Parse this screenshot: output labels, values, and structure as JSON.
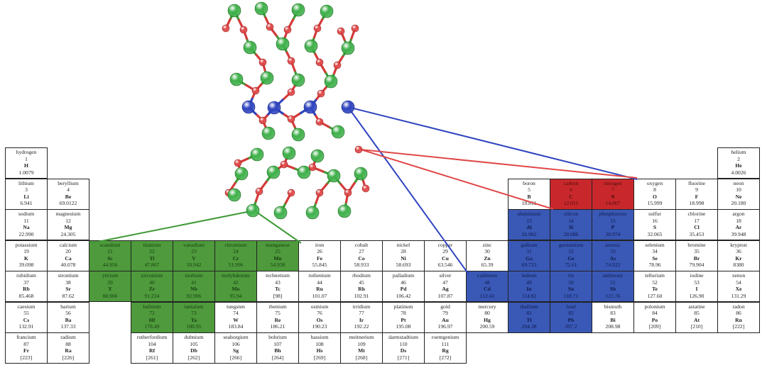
{
  "elements": [
    {
      "n": "hydrogen",
      "z": "1",
      "s": "H",
      "m": "1.0079",
      "r": 1,
      "c": 1
    },
    {
      "n": "helium",
      "z": "2",
      "s": "He",
      "m": "4.0026",
      "r": 1,
      "c": 18
    },
    {
      "n": "lithium",
      "z": "3",
      "s": "Li",
      "m": "6.941",
      "r": 2,
      "c": 1
    },
    {
      "n": "beryllium",
      "z": "4",
      "s": "Be",
      "m": "69.0122",
      "r": 2,
      "c": 2
    },
    {
      "n": "boron",
      "z": "5",
      "s": "B",
      "m": "10.811",
      "r": 2,
      "c": 13
    },
    {
      "n": "carbon",
      "z": "6",
      "s": "C",
      "m": "12.011",
      "r": 2,
      "c": 14,
      "hl": "red"
    },
    {
      "n": "nitrogen",
      "z": "7",
      "s": "N",
      "m": "14.007",
      "r": 2,
      "c": 15,
      "hl": "red"
    },
    {
      "n": "oxygen",
      "z": "8",
      "s": "O",
      "m": "15.999",
      "r": 2,
      "c": 16
    },
    {
      "n": "fluorine",
      "z": "9",
      "s": "F",
      "m": "18.998",
      "r": 2,
      "c": 17
    },
    {
      "n": "neon",
      "z": "10",
      "s": "Ne",
      "m": "20.180",
      "r": 2,
      "c": 18
    },
    {
      "n": "sodium",
      "z": "11",
      "s": "Na",
      "m": "22.990",
      "r": 3,
      "c": 1
    },
    {
      "n": "magnesium",
      "z": "12",
      "s": "Mg",
      "m": "24.305",
      "r": 3,
      "c": 2
    },
    {
      "n": "aluminium",
      "z": "13",
      "s": "Al",
      "m": "26.982",
      "r": 3,
      "c": 13,
      "hl": "blue"
    },
    {
      "n": "silicon",
      "z": "14",
      "s": "Si",
      "m": "28.086",
      "r": 3,
      "c": 14,
      "hl": "blue"
    },
    {
      "n": "phosphorous",
      "z": "15",
      "s": "P",
      "m": "30.974",
      "r": 3,
      "c": 15,
      "hl": "blue"
    },
    {
      "n": "sulfur",
      "z": "16",
      "s": "S",
      "m": "32.065",
      "r": 3,
      "c": 16
    },
    {
      "n": "chlorine",
      "z": "17",
      "s": "Cl",
      "m": "35.453",
      "r": 3,
      "c": 17
    },
    {
      "n": "argon",
      "z": "18",
      "s": "Ar",
      "m": "39.948",
      "r": 3,
      "c": 18
    },
    {
      "n": "potassium",
      "z": "19",
      "s": "K",
      "m": "39.098",
      "r": 4,
      "c": 1
    },
    {
      "n": "calcium",
      "z": "20",
      "s": "Ca",
      "m": "40.078",
      "r": 4,
      "c": 2
    },
    {
      "n": "scandium",
      "z": "21",
      "s": "Sc",
      "m": "44.956",
      "r": 4,
      "c": 3,
      "hl": "green"
    },
    {
      "n": "titanium",
      "z": "22",
      "s": "Ti",
      "m": "47.867",
      "r": 4,
      "c": 4,
      "hl": "green"
    },
    {
      "n": "vanadium",
      "z": "23",
      "s": "V",
      "m": "50.942",
      "r": 4,
      "c": 5,
      "hl": "green"
    },
    {
      "n": "chromium",
      "z": "24",
      "s": "Cr",
      "m": "51.996",
      "r": 4,
      "c": 6,
      "hl": "green"
    },
    {
      "n": "manganese",
      "z": "25",
      "s": "Mn",
      "m": "54.938",
      "r": 4,
      "c": 7,
      "hl": "green"
    },
    {
      "n": "iron",
      "z": "26",
      "s": "Fe",
      "m": "55.845",
      "r": 4,
      "c": 8
    },
    {
      "n": "cobalt",
      "z": "27",
      "s": "Co",
      "m": "58.933",
      "r": 4,
      "c": 9
    },
    {
      "n": "nickel",
      "z": "28",
      "s": "Ni",
      "m": "58.693",
      "r": 4,
      "c": 10
    },
    {
      "n": "copper",
      "z": "29",
      "s": "Cu",
      "m": "63.546",
      "r": 4,
      "c": 11
    },
    {
      "n": "zinc",
      "z": "30",
      "s": "Zn",
      "m": "65.39",
      "r": 4,
      "c": 12
    },
    {
      "n": "gallium",
      "z": "31",
      "s": "Ga",
      "m": "69.723",
      "r": 4,
      "c": 13,
      "hl": "blue"
    },
    {
      "n": "germanium",
      "z": "32",
      "s": "Ge",
      "m": "72.61",
      "r": 4,
      "c": 14,
      "hl": "blue"
    },
    {
      "n": "arsenic",
      "z": "33",
      "s": "As",
      "m": "74.922",
      "r": 4,
      "c": 15,
      "hl": "blue"
    },
    {
      "n": "selenium",
      "z": "34",
      "s": "Se",
      "m": "78.96",
      "r": 4,
      "c": 16
    },
    {
      "n": "bromine",
      "z": "35",
      "s": "Br",
      "m": "79.904",
      "r": 4,
      "c": 17
    },
    {
      "n": "krypton",
      "z": "36",
      "s": "Kr",
      "m": "8380",
      "r": 4,
      "c": 18
    },
    {
      "n": "rubidium",
      "z": "37",
      "s": "Rb",
      "m": "85.468",
      "r": 5,
      "c": 1
    },
    {
      "n": "strontium",
      "z": "38",
      "s": "Sr",
      "m": "87.62",
      "r": 5,
      "c": 2
    },
    {
      "n": "yttrium",
      "z": "39",
      "s": "Y",
      "m": "88.906",
      "r": 5,
      "c": 3,
      "hl": "green"
    },
    {
      "n": "zirconium",
      "z": "40",
      "s": "Zr",
      "m": "91.224",
      "r": 5,
      "c": 4,
      "hl": "green"
    },
    {
      "n": "niobium",
      "z": "41",
      "s": "Nb",
      "m": "92.906",
      "r": 5,
      "c": 5,
      "hl": "green"
    },
    {
      "n": "molybdenum",
      "z": "42",
      "s": "Mo",
      "m": "95.94",
      "r": 5,
      "c": 6,
      "hl": "green"
    },
    {
      "n": "technetium",
      "z": "43",
      "s": "Tc",
      "m": "[98]",
      "r": 5,
      "c": 7
    },
    {
      "n": "ruthenium",
      "z": "44",
      "s": "Ru",
      "m": "101.07",
      "r": 5,
      "c": 8
    },
    {
      "n": "rhodium",
      "z": "45",
      "s": "Rh",
      "m": "102.91",
      "r": 5,
      "c": 9
    },
    {
      "n": "palladium",
      "z": "46",
      "s": "Pd",
      "m": "106.42",
      "r": 5,
      "c": 10
    },
    {
      "n": "silver",
      "z": "47",
      "s": "Ag",
      "m": "107.87",
      "r": 5,
      "c": 11
    },
    {
      "n": "cadmium",
      "z": "48",
      "s": "Cd",
      "m": "112.41",
      "r": 5,
      "c": 12,
      "hl": "blue"
    },
    {
      "n": "indium",
      "z": "49",
      "s": "In",
      "m": "114.82",
      "r": 5,
      "c": 13,
      "hl": "blue"
    },
    {
      "n": "tin",
      "z": "50",
      "s": "Sn",
      "m": "118.71",
      "r": 5,
      "c": 14,
      "hl": "blue"
    },
    {
      "n": "antimony",
      "z": "51",
      "s": "Sb",
      "m": "121.76",
      "r": 5,
      "c": 15,
      "hl": "blue"
    },
    {
      "n": "tellurium",
      "z": "52",
      "s": "Te",
      "m": "127.60",
      "r": 5,
      "c": 16
    },
    {
      "n": "iodine",
      "z": "53",
      "s": "I",
      "m": "126.90",
      "r": 5,
      "c": 17
    },
    {
      "n": "xenon",
      "z": "54",
      "s": "Xe",
      "m": "131.29",
      "r": 5,
      "c": 18
    },
    {
      "n": "caesium",
      "z": "55",
      "s": "Cs",
      "m": "132.91",
      "r": 6,
      "c": 1
    },
    {
      "n": "barium",
      "z": "56",
      "s": "Ba",
      "m": "137.33",
      "r": 6,
      "c": 2
    },
    {
      "n": "hafnium",
      "z": "72",
      "s": "Hf",
      "m": "178.49",
      "r": 6,
      "c": 4,
      "hl": "green"
    },
    {
      "n": "tantalum",
      "z": "73",
      "s": "Ta",
      "m": "180.95",
      "r": 6,
      "c": 5,
      "hl": "green"
    },
    {
      "n": "tungsten",
      "z": "74",
      "s": "W",
      "m": "183.84",
      "r": 6,
      "c": 6
    },
    {
      "n": "rhenium",
      "z": "75",
      "s": "Re",
      "m": "186.21",
      "r": 6,
      "c": 7
    },
    {
      "n": "osmium",
      "z": "76",
      "s": "Os",
      "m": "190.23",
      "r": 6,
      "c": 8
    },
    {
      "n": "irridium",
      "z": "77",
      "s": "Ir",
      "m": "192.22",
      "r": 6,
      "c": 9
    },
    {
      "n": "platinum",
      "z": "78",
      "s": "Pt",
      "m": "195.08",
      "r": 6,
      "c": 10
    },
    {
      "n": "gold",
      "z": "79",
      "s": "Au",
      "m": "196.97",
      "r": 6,
      "c": 11
    },
    {
      "n": "mercury",
      "z": "80",
      "s": "Hg",
      "m": "200.59",
      "r": 6,
      "c": 12
    },
    {
      "n": "thallium",
      "z": "81",
      "s": "Tl",
      "m": "204.38",
      "r": 6,
      "c": 13,
      "hl": "blue"
    },
    {
      "n": "lead",
      "z": "82",
      "s": "Pb",
      "m": "207.2",
      "r": 6,
      "c": 14,
      "hl": "blue"
    },
    {
      "n": "bismuth",
      "z": "83",
      "s": "Bi",
      "m": "208.98",
      "r": 6,
      "c": 15
    },
    {
      "n": "polonium",
      "z": "84",
      "s": "Po",
      "m": "[209]",
      "r": 6,
      "c": 16
    },
    {
      "n": "astatine",
      "z": "85",
      "s": "At",
      "m": "[210]",
      "r": 6,
      "c": 17
    },
    {
      "n": "radon",
      "z": "86",
      "s": "Rn",
      "m": "[222]",
      "r": 6,
      "c": 18
    },
    {
      "n": "francium",
      "z": "87",
      "s": "Fr",
      "m": "[223]",
      "r": 7,
      "c": 1
    },
    {
      "n": "radium",
      "z": "88",
      "s": "Ra",
      "m": "[226]",
      "r": 7,
      "c": 2
    },
    {
      "n": "rutherfordium",
      "z": "104",
      "s": "Rf",
      "m": "[261]",
      "r": 7,
      "c": 4
    },
    {
      "n": "dubnium",
      "z": "105",
      "s": "Db",
      "m": "[262]",
      "r": 7,
      "c": 5
    },
    {
      "n": "seaborgium",
      "z": "106",
      "s": "Sg",
      "m": "[266]",
      "r": 7,
      "c": 6
    },
    {
      "n": "bohrium",
      "z": "107",
      "s": "Bh",
      "m": "[264]",
      "r": 7,
      "c": 7
    },
    {
      "n": "hassium",
      "z": "108",
      "s": "Hs",
      "m": "[269]",
      "r": 7,
      "c": 8
    },
    {
      "n": "meitnerium",
      "z": "109",
      "s": "Mt",
      "m": "[268]",
      "r": 7,
      "c": 9
    },
    {
      "n": "darmstadtium",
      "z": "110",
      "s": "Ds",
      "m": "[271]",
      "r": 7,
      "c": 10
    },
    {
      "n": "roentgenium",
      "z": "111",
      "s": "Rg",
      "m": "[272]",
      "r": 7,
      "c": 11
    }
  ],
  "colors": {
    "green": "#4e9a3c",
    "red": "#c8282c",
    "blue": "#3a58b5",
    "atom_green": "#3fb04a",
    "atom_red": "#e04848",
    "atom_blue": "#2f44c0",
    "bond_green": "#3f9a36",
    "bond_red": "#d43a3a"
  }
}
